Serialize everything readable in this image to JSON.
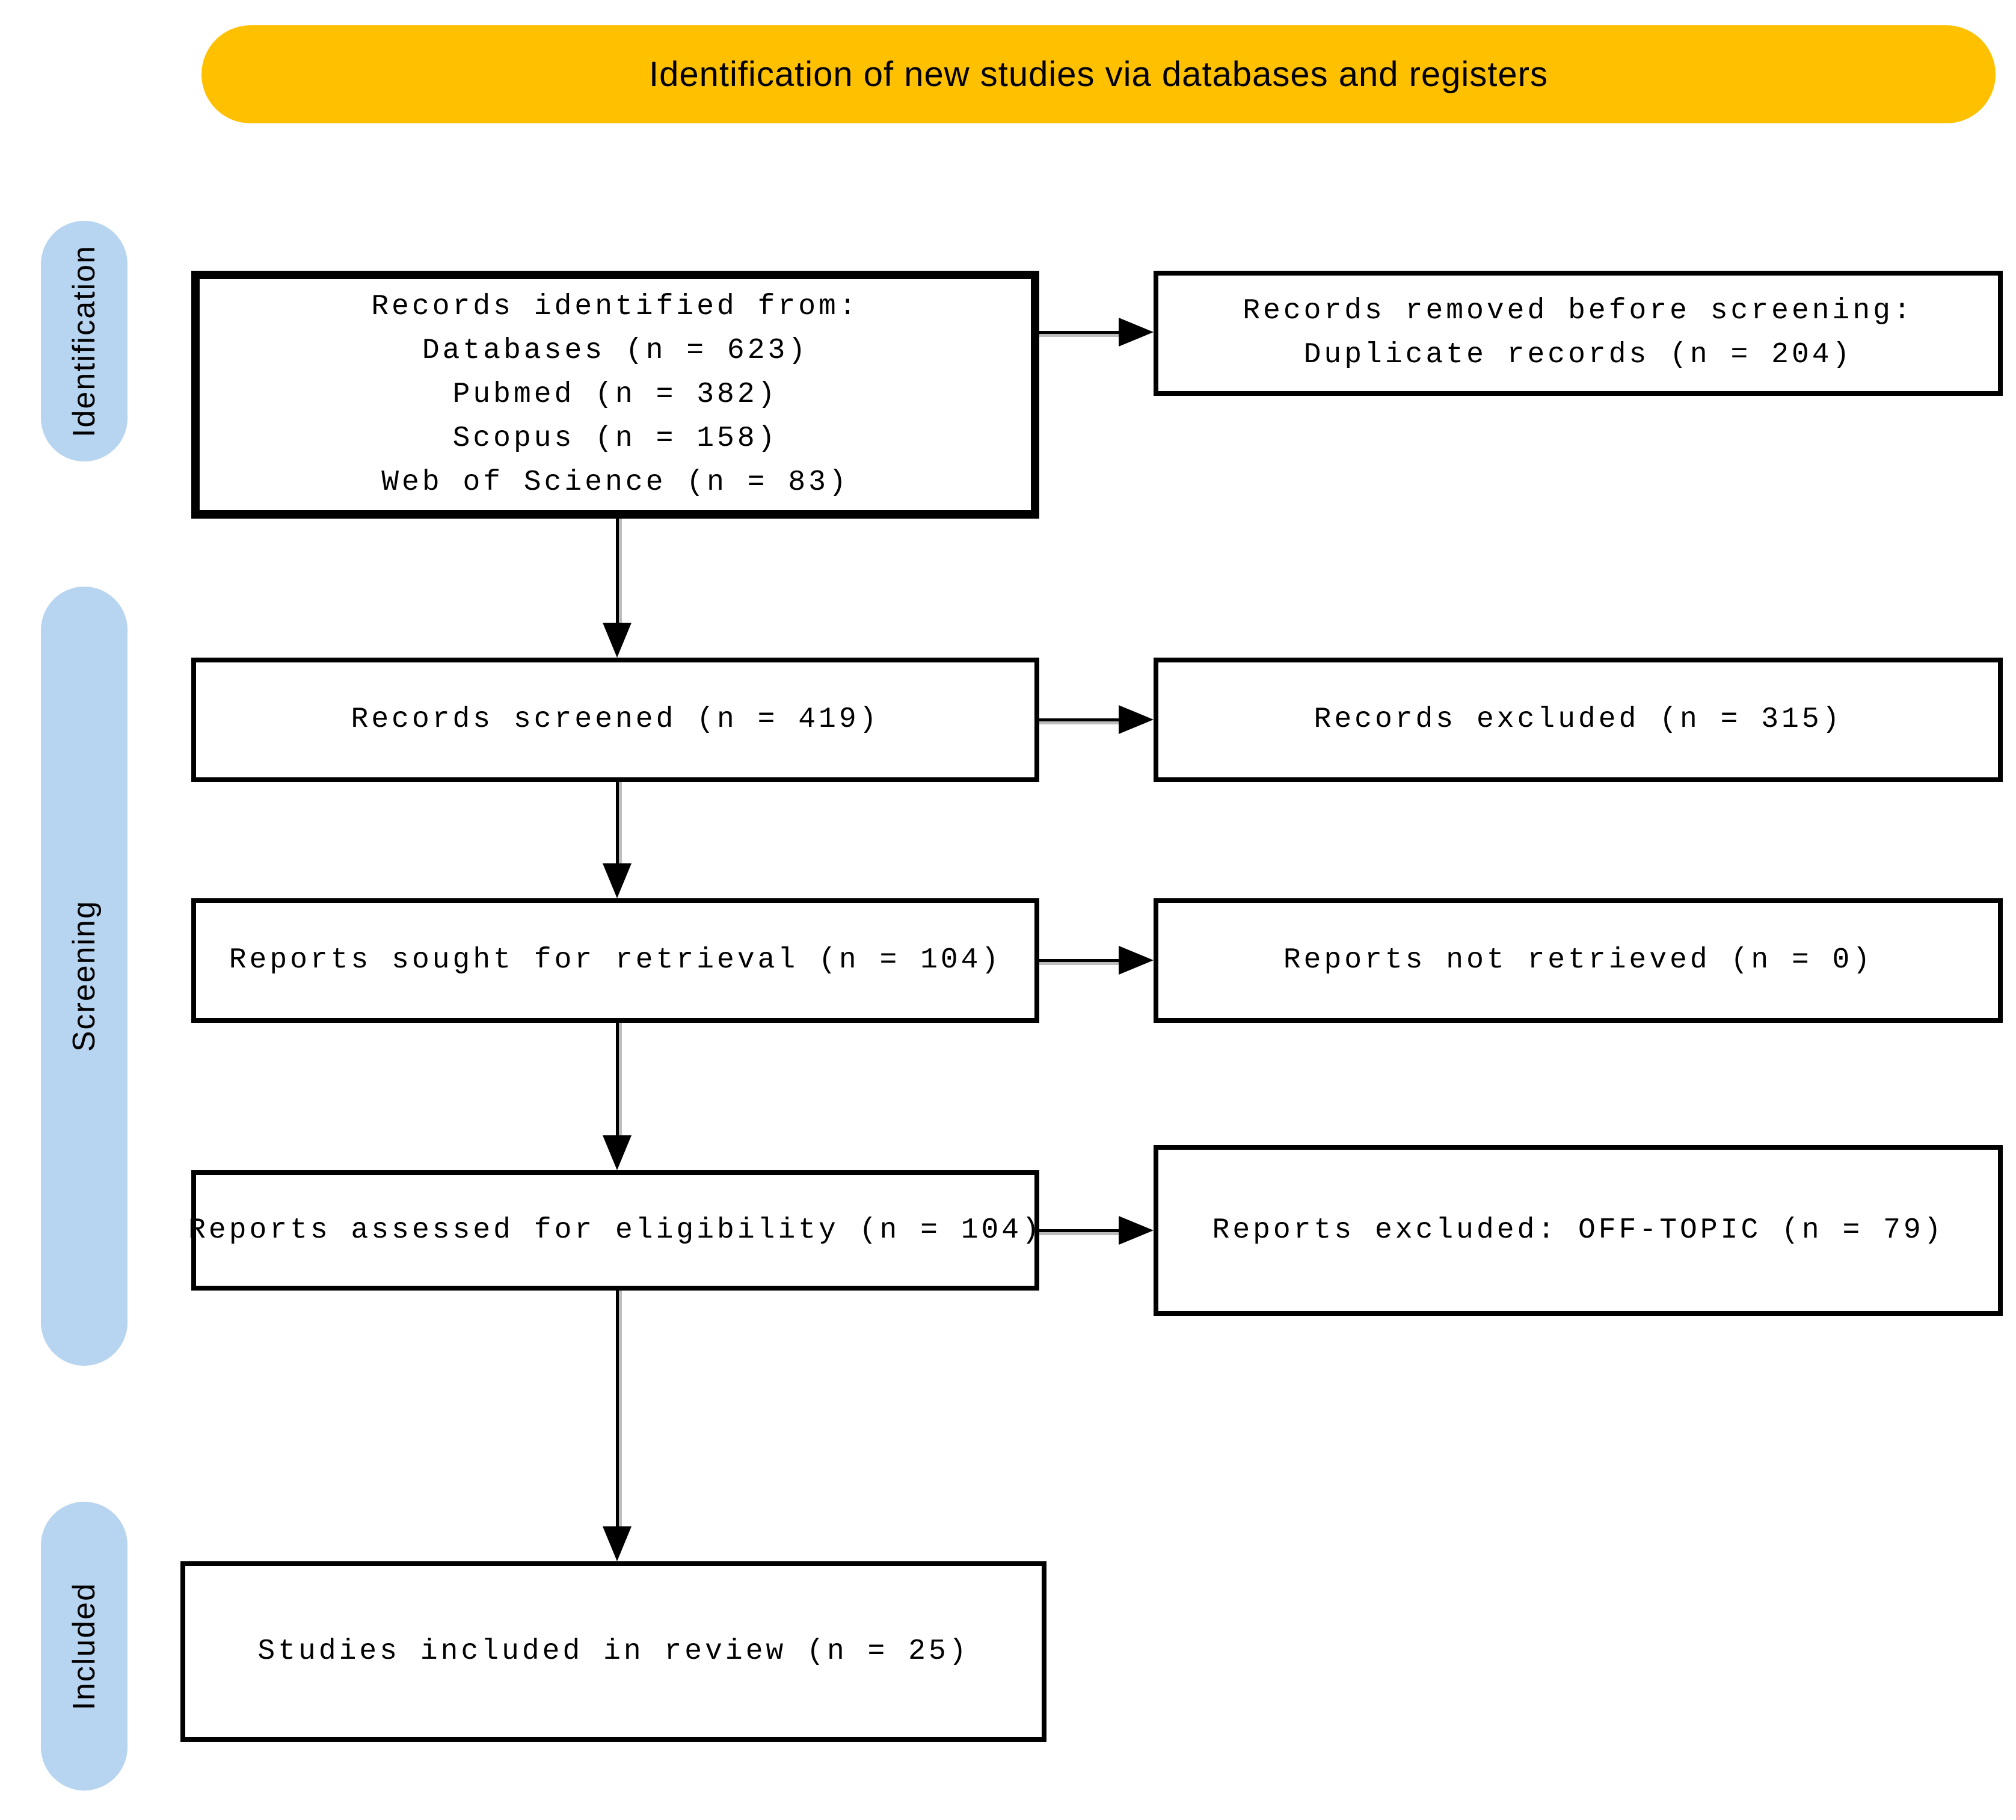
{
  "banner": {
    "title": "Identification of new studies via databases and registers"
  },
  "colors": {
    "banner_bg": "#FFC000",
    "stage_bg": "#B7D4F0",
    "box_border": "#000000"
  },
  "stages": [
    {
      "label": "Identification"
    },
    {
      "label": "Screening"
    },
    {
      "label": "Included"
    }
  ],
  "boxes": {
    "records_identified": {
      "lines": [
        "Records identified from:",
        "Databases (n = 623)",
        "Pubmed (n = 382)",
        "Scopus (n = 158)",
        "Web of Science (n = 83)"
      ]
    },
    "records_removed": {
      "lines": [
        "Records removed before screening:",
        "Duplicate records (n = 204)"
      ]
    },
    "records_screened": {
      "text": "Records screened (n = 419)"
    },
    "records_excluded": {
      "text": "Records excluded (n = 315)"
    },
    "reports_sought": {
      "text": "Reports sought for retrieval (n = 104)"
    },
    "reports_not_retrieved": {
      "text": "Reports not retrieved (n = 0)"
    },
    "reports_assessed": {
      "text": "Reports assessed for eligibility (n = 104)"
    },
    "reports_excluded": {
      "text": "Reports excluded: OFF-TOPIC (n = 79)"
    },
    "studies_included": {
      "text": "Studies included in review (n = 25)"
    }
  }
}
